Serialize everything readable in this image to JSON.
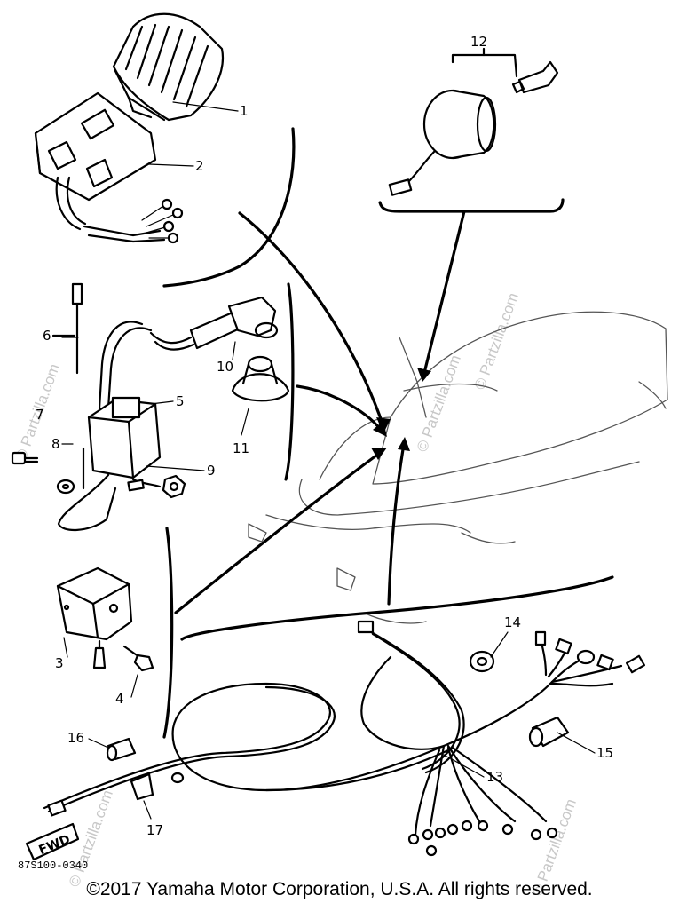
{
  "diagram": {
    "callouts": [
      "1",
      "2",
      "3",
      "4",
      "5",
      "6",
      "7",
      "8",
      "9",
      "10",
      "11",
      "12",
      "13",
      "14",
      "15",
      "16",
      "17"
    ],
    "direction_tag": "FWD",
    "drawing_code": "87S100-0340",
    "watermark": "© Partzilla.com",
    "copyright": "©2017  Yamaha Motor Corporation, U.S.A. All rights reserved."
  }
}
